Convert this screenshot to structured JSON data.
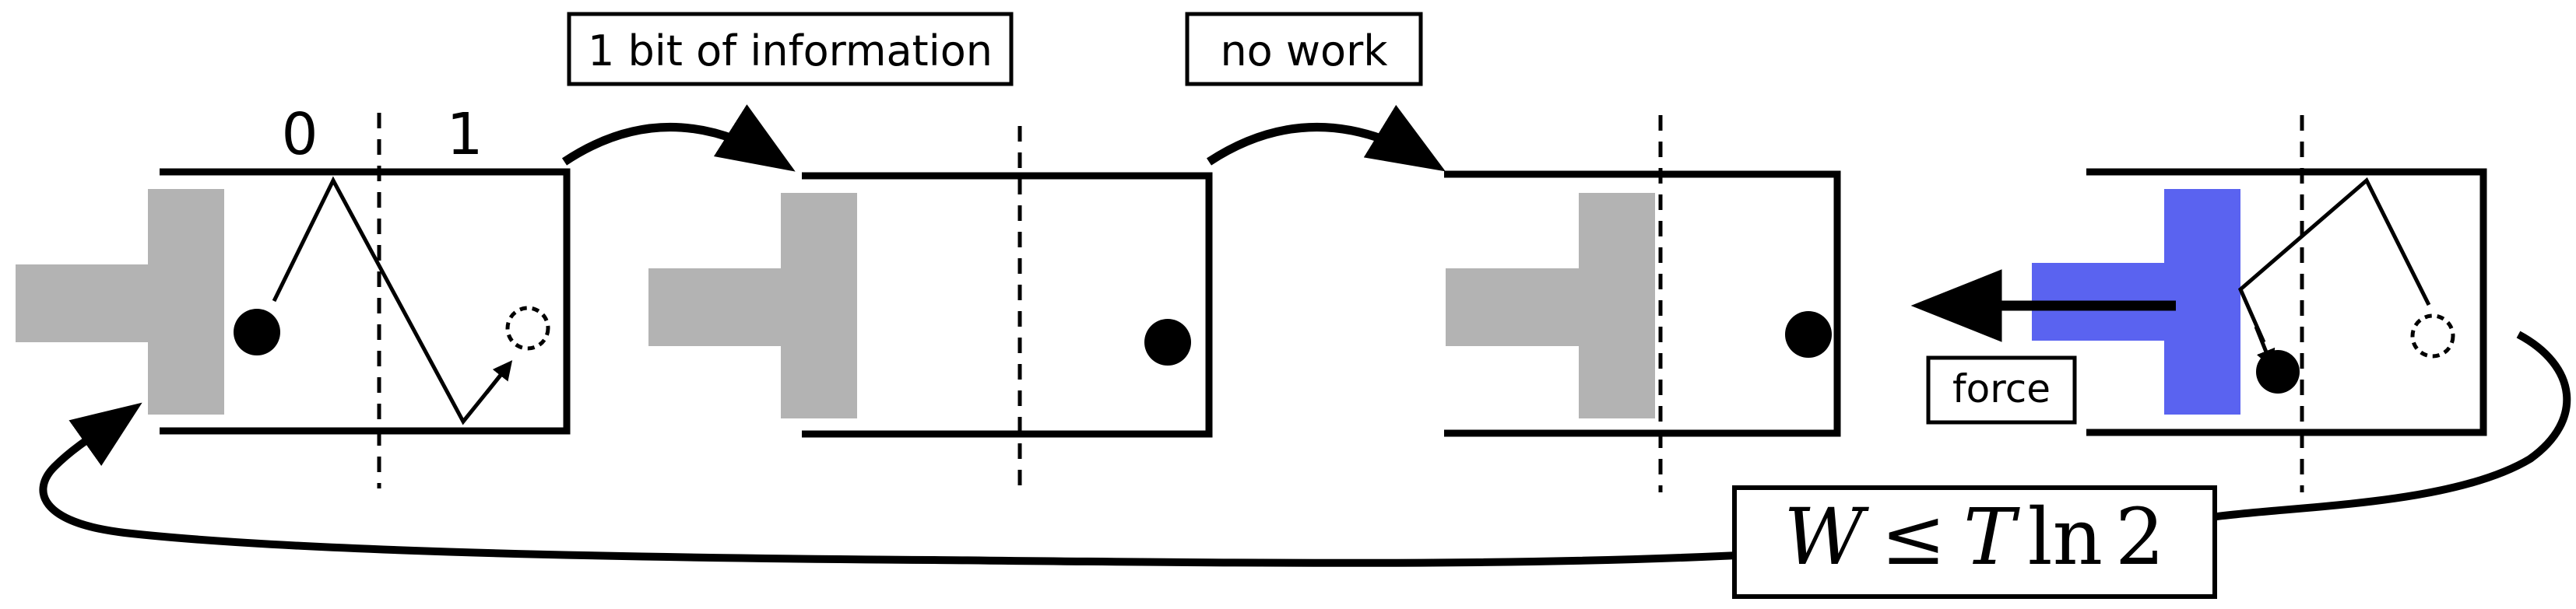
{
  "labels": {
    "bit_left": "0",
    "bit_right": "1",
    "info_box": "1 bit of information",
    "no_work_box": "no work",
    "force_box": "force"
  },
  "equation": {
    "W": "W",
    "leq": "≤",
    "T": "T",
    "ln": "ln",
    "two": "2"
  },
  "colors": {
    "piston_gray": "#b3b3b3",
    "piston_blue": "#5a63f0",
    "line": "#000000",
    "background": "#ffffff"
  },
  "icons": {
    "arrow_right": "curved-arrow-right",
    "arrow_left": "straight-arrow-left",
    "feedback": "feedback-loop-arrow"
  }
}
